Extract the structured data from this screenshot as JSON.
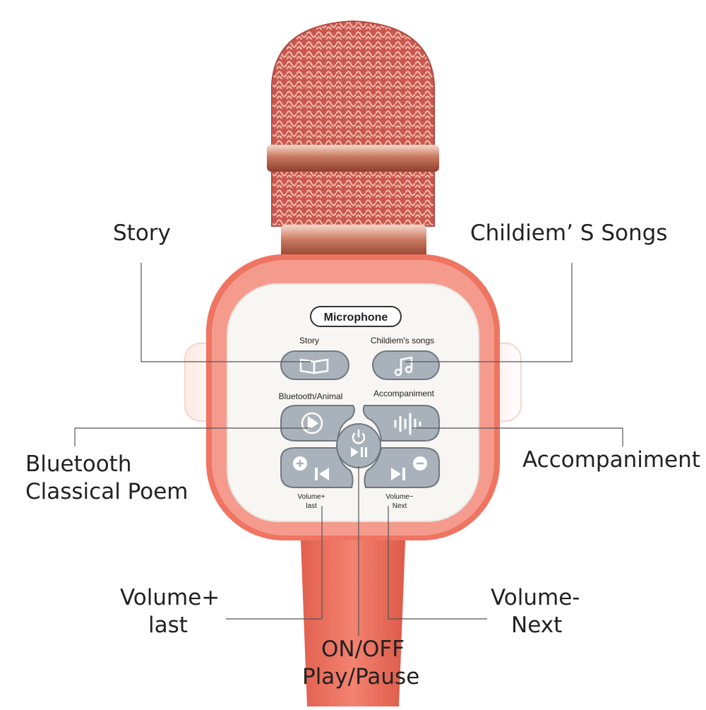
{
  "callouts": {
    "story": "Story",
    "childrens_songs": "Childiem’ S Songs",
    "bluetooth_line1": "Bluetooth",
    "bluetooth_line2": "Classical Poem",
    "accompaniment": "Accompaniment",
    "volume_plus_line1": "Volume+",
    "volume_plus_line2": "last",
    "volume_minus_line1": "Volume-",
    "volume_minus_line2": "Next",
    "power_line1": "ON/OFF",
    "power_line2": "Play/Pause"
  },
  "panel": {
    "brand": "Microphone",
    "story": "Story",
    "childrens_songs": "Childiem's songs",
    "bluetooth_animal": "Bluetooth/Animal",
    "accompaniment": "Accompaniment",
    "volume_plus_line1": "Volume+",
    "volume_plus_line2": "last",
    "volume_minus_line1": "Volume−",
    "volume_minus_line2": "Next"
  },
  "colors": {
    "body": "#ef7462",
    "body_dark": "#dd5a48",
    "panel": "#f8f6f3",
    "button": "#a9b2ba",
    "grille": "#d96b62",
    "ring": "#e8b4a2"
  }
}
